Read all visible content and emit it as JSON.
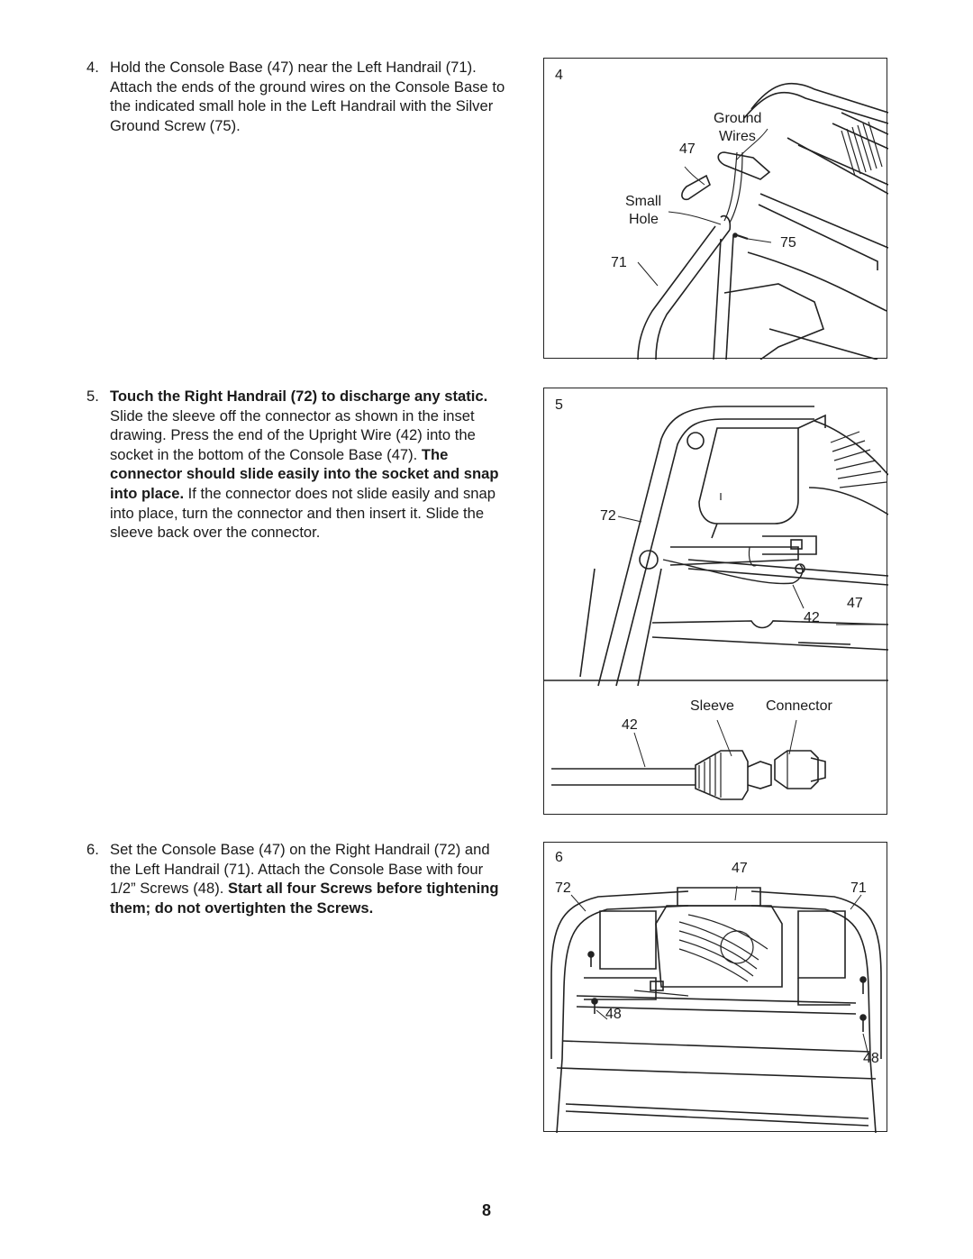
{
  "page_number": "8",
  "steps": [
    {
      "number": "4.",
      "segments": [
        {
          "text": "Hold the Console Base (47) near the Left Handrail (71). Attach the ends of the ground wires on the Console Base to the indicated small hole in the Left Handrail with the Silver Ground Screw (75).",
          "bold": false
        }
      ]
    },
    {
      "number": "5.",
      "segments": [
        {
          "text": "Touch the Right Handrail (72) to discharge any static.",
          "bold": true
        },
        {
          "text": " Slide the sleeve off the connector as shown in the inset drawing. Press the end of the Upright Wire (42) into the socket in the bottom of the Console Base (47). ",
          "bold": false
        },
        {
          "text": "The connector should slide easily into the socket and snap into place.",
          "bold": true
        },
        {
          "text": " If the connector does not slide easily and snap into place, turn the connector and then insert it. Slide the sleeve back over the connector.",
          "bold": false
        }
      ]
    },
    {
      "number": "6.",
      "segments": [
        {
          "text": "Set the Console Base (47) on the Right Handrail (72) and the Left Handrail (71). Attach the Console Base with four 1/2” Screws (48). ",
          "bold": false
        },
        {
          "text": "Start all four Screws before tightening them; do not overtighten the Screws.",
          "bold": true
        }
      ]
    }
  ],
  "figures": {
    "fig4": {
      "number": "4",
      "labels": {
        "ground": "Ground",
        "wires": "Wires",
        "part47": "47",
        "small": "Small",
        "hole": "Hole",
        "part75": "75",
        "part71": "71"
      }
    },
    "fig5": {
      "number": "5",
      "labels": {
        "part72": "72",
        "part47": "47",
        "part42": "42"
      },
      "inset": {
        "part42": "42",
        "sleeve": "Sleeve",
        "connector": "Connector"
      }
    },
    "fig6": {
      "number": "6",
      "labels": {
        "part47": "47",
        "part72": "72",
        "part71": "71",
        "part48a": "48",
        "part48b": "48"
      }
    }
  }
}
